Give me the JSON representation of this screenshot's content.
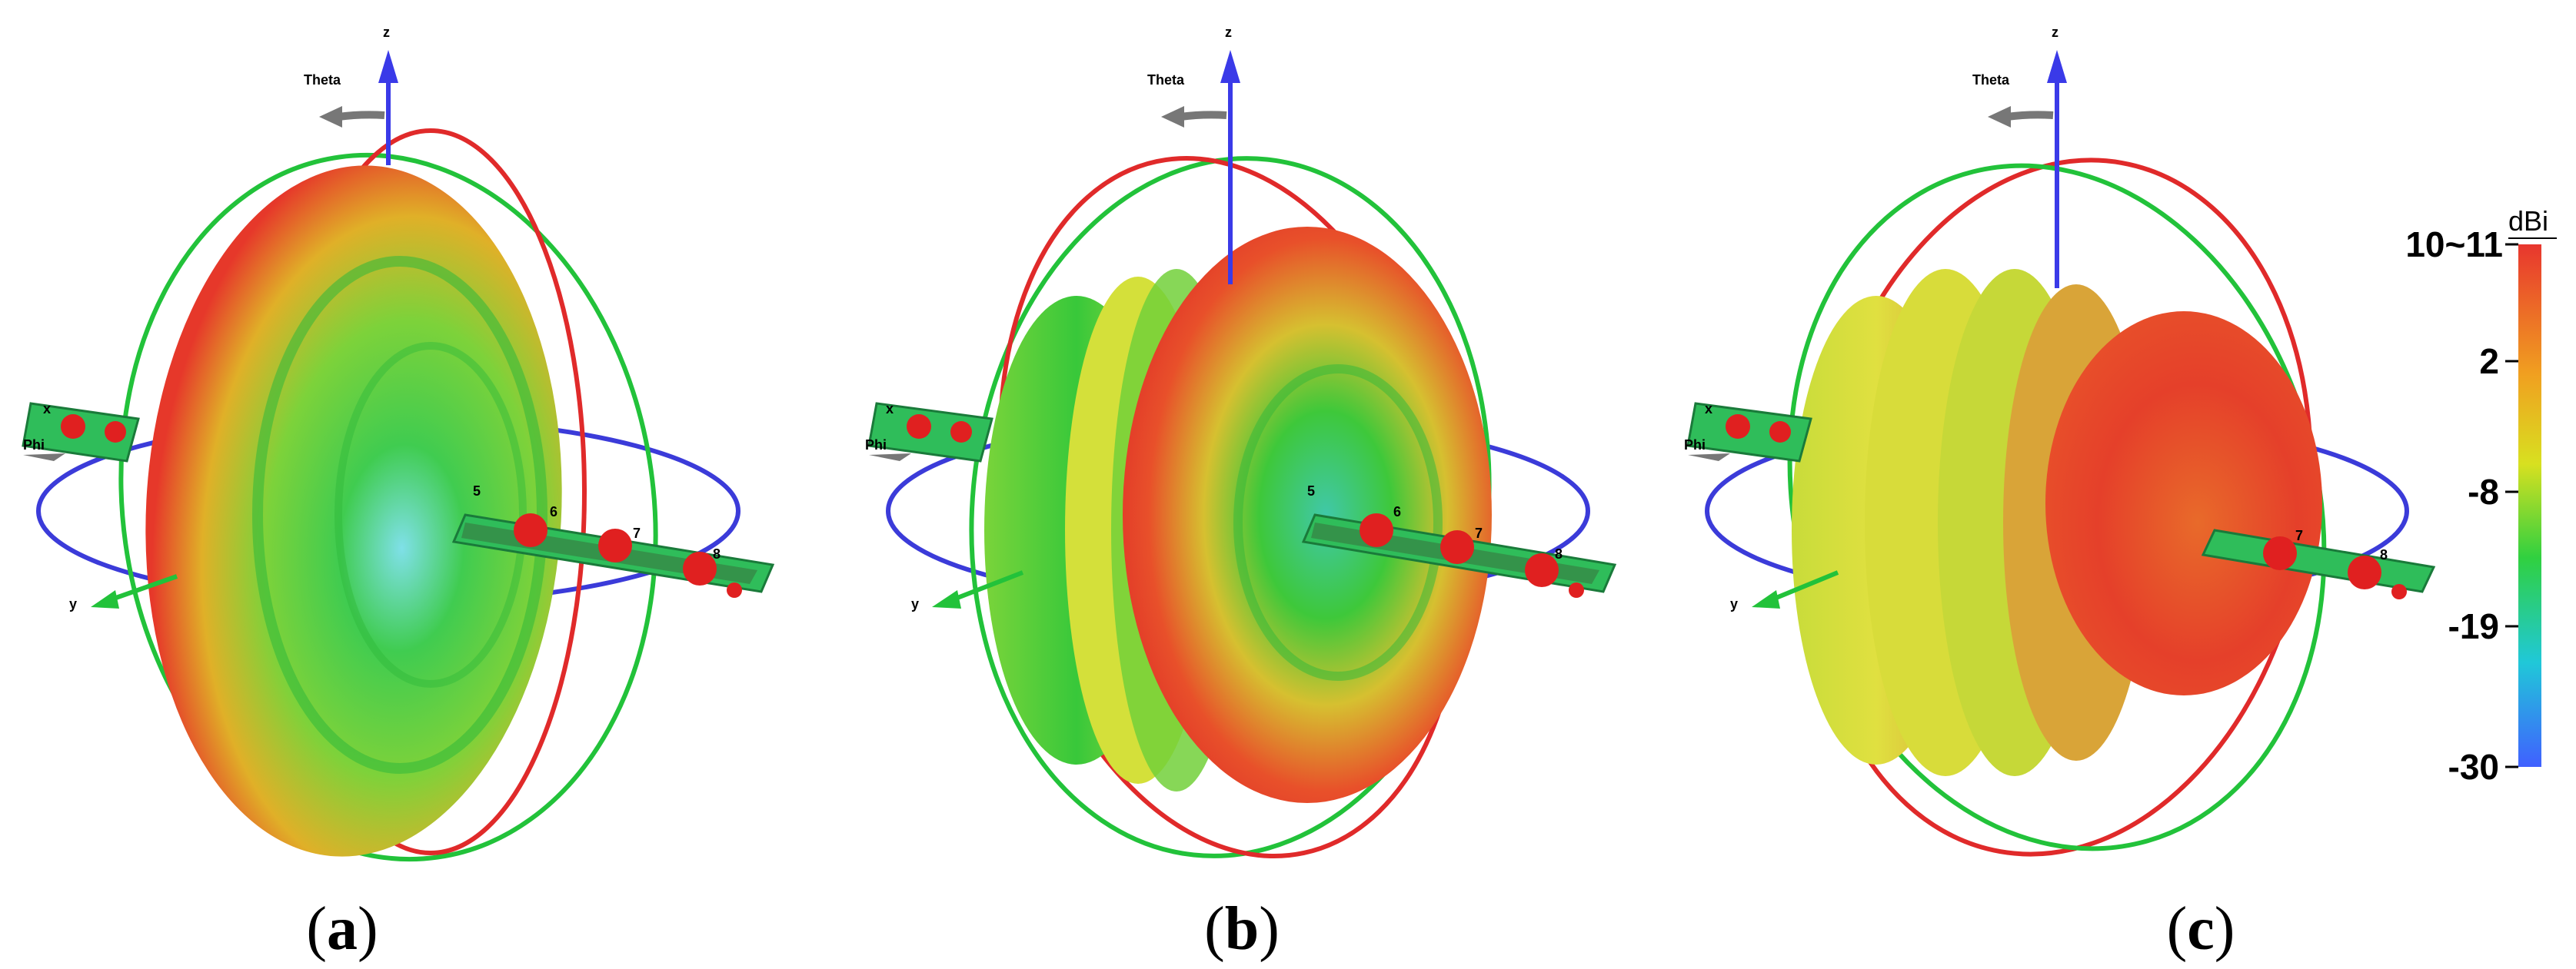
{
  "panels": [
    {
      "id": "a",
      "caption_open": "(",
      "caption_letter": "a",
      "caption_close": ")",
      "axis_z": "z",
      "axis_theta": "Theta",
      "axis_x": "x",
      "axis_phi": "Phi",
      "axis_y": "y",
      "element_labels": [
        "5",
        "6",
        "7",
        "8"
      ]
    },
    {
      "id": "b",
      "caption_open": "(",
      "caption_letter": "b",
      "caption_close": ")",
      "axis_z": "z",
      "axis_theta": "Theta",
      "axis_x": "x",
      "axis_phi": "Phi",
      "axis_y": "y",
      "element_labels": [
        "5",
        "6",
        "7",
        "8"
      ]
    },
    {
      "id": "c",
      "caption_open": "(",
      "caption_letter": "c",
      "caption_close": ")",
      "axis_z": "z",
      "axis_theta": "Theta",
      "axis_x": "x",
      "axis_phi": "Phi",
      "axis_y": "y",
      "element_labels": [
        "7",
        "8"
      ]
    }
  ],
  "colorbar": {
    "unit": "dBi",
    "ticks": [
      "10~11",
      "2",
      "-8",
      "-19",
      "-30"
    ],
    "colors": [
      "#e83a2e",
      "#f0a020",
      "#d8e020",
      "#30d040",
      "#20c8d8",
      "#4060ff"
    ]
  },
  "colors": {
    "axis_z": "#3a3ae8",
    "azimuth_ring": "#3b3bd9",
    "ring_green": "#22c23a",
    "ring_red": "#e02a2a",
    "lobe_red": "#e63a2a",
    "lobe_green": "#3ec83a",
    "lobe_yellow": "#cfe03a"
  }
}
